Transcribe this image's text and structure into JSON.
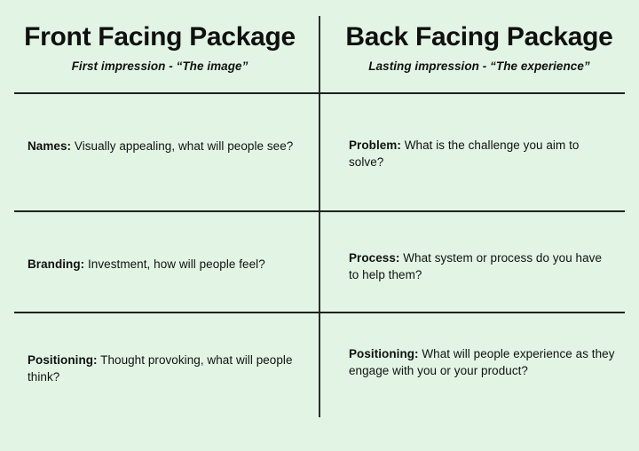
{
  "page": {
    "background_color": "#e2f5e4",
    "rule_color": "#1d221d",
    "text_color": "#111111"
  },
  "columns": [
    {
      "id": "front-facing",
      "title": "Front Facing Package",
      "subtitle": "First impression - “The image”",
      "rows": [
        {
          "lead": "Names:",
          "text": " Visually appealing, what will people see?"
        },
        {
          "lead": "Branding:",
          "text": " Investment, how will people feel?"
        },
        {
          "lead": "Positioning:",
          "text": " Thought provoking, what will people think?"
        }
      ]
    },
    {
      "id": "back-facing",
      "title": "Back Facing Package",
      "subtitle": "Lasting impression - “The experience”",
      "rows": [
        {
          "lead": "Problem:",
          "text": " What is the challenge you aim to solve?"
        },
        {
          "lead": "Process:",
          "text": " What system or process do you have to help them?"
        },
        {
          "lead": "Positioning:",
          "text": " What will people experience as they engage with you or your product?"
        }
      ]
    }
  ]
}
